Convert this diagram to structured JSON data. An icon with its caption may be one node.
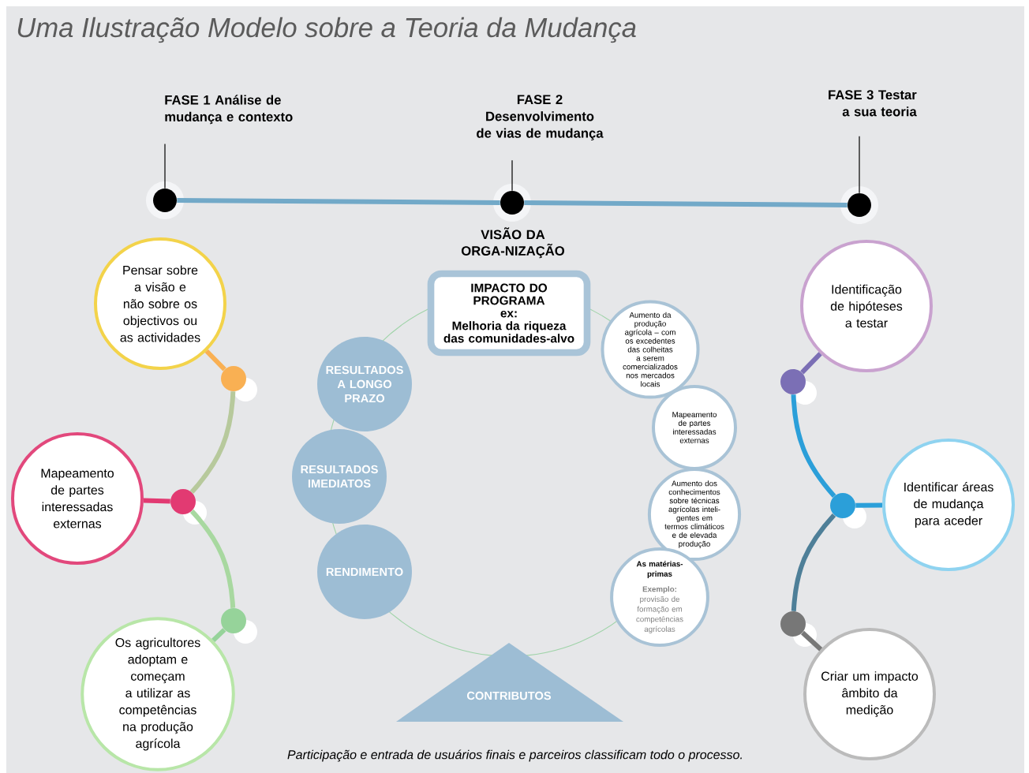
{
  "diagram": {
    "title": "Uma Ilustração Modelo sobre a Teoria da Mudança",
    "nodes": [
      {
        "text": [
          "FASE 1 Análise de mudança e contexto"
        ]
      },
      {
        "text": [
          "FASE 2 Desenvolvimento de vias de mudança"
        ]
      },
      {
        "text": [
          "FASE 3 Testar a sua teoria"
        ]
      },
      {
        "text": [],
        "shape": "circle"
      },
      {
        "text": [],
        "shape": "circle"
      },
      {
        "text": [],
        "shape": "circle"
      },
      {
        "text": [
          "Pensar sobre a visão e não sobre os objectivos ou as actividades"
        ]
      },
      {
        "text": [
          "IMPACTO DO PROGRAMA",
          "ex:",
          "Melhoria da riqueza das comunidades-alvo"
        ]
      },
      {
        "text": [
          "Identificação de hipóteses a testar"
        ]
      },
      {
        "text": [],
        "shape": "circle"
      },
      {
        "text": [],
        "shape": "circle"
      },
      {
        "text": [
          "RESULTADOS A LONGO PRAZO"
        ]
      },
      {
        "text": [
          "Aumento da produção agrícola – com os excedentes das colheitas a serem comercializados nos mercados locais"
        ]
      },
      {
        "text": [
          "Mapeamento de partes interessadas externas"
        ]
      },
      {
        "text": [
          "RESULTADOS IMEDIATOS"
        ]
      },
      {
        "text": [
          "Mapeamento de partes interessadas externas"
        ]
      },
      {
        "text": [],
        "shape": "circle"
      },
      {
        "text": [],
        "shape": "circle"
      },
      {
        "text": [
          "Identificar áreas de mudança para aceder"
        ]
      },
      {
        "text": [
          "Aumento dos conhecimentos sobre técnicas agrícolas inteli-gentes em termos climáticos e de elevada produção"
        ]
      },
      {
        "text": [
          "RENDIMENTO"
        ]
      },
      {
        "text": [
          "As matérias-primas",
          "**Exemplo:** provisão de formação em competências agrícolas"
        ]
      },
      {
        "text": [],
        "shape": "circle"
      },
      {
        "text": [],
        "shape": "circle"
      },
      {
        "text": [
          "Os agricultores adoptam e começam a utilizar as competências na produção agrícola"
        ]
      },
      {
        "text": [
          "CONTRIBUTOS"
        ]
      },
      {
        "text": [
          "Criar um impacto âmbito da medição"
        ]
      }
    ],
    "edges": [
      {
        "from": 0,
        "to": 3,
        "arrow": "none"
      },
      {
        "from": 1,
        "to": 4,
        "arrow": "none"
      },
      {
        "from": 2,
        "to": 5,
        "arrow": "none"
      },
      {
        "from": 3,
        "to": 4,
        "arrow": "none",
        "color": "#72a9c8"
      },
      {
        "from": 4,
        "to": 5,
        "arrow": "none",
        "color": "#72a9c8"
      },
      {
        "from": 9,
        "to": 6,
        "arrow": "none",
        "color": "#f9b053"
      },
      {
        "from": 16,
        "to": 15,
        "arrow": "none",
        "color": "#e23a72"
      },
      {
        "from": 22,
        "to": 24,
        "arrow": "none",
        "color": "#96d39a"
      },
      {
        "from": 10,
        "to": 8,
        "arrow": "none",
        "color": "#7b6fb5"
      },
      {
        "from": 17,
        "to": 18,
        "arrow": "none",
        "color": "#2b9fd9"
      },
      {
        "from": 23,
        "to": 26,
        "arrow": "none",
        "color": "#777777"
      },
      {
        "from": 9,
        "to": 16,
        "arrow": "none",
        "color": "#b7c99c"
      },
      {
        "from": 16,
        "to": 22,
        "arrow": "none",
        "color": "#a8d8a0"
      },
      {
        "from": 10,
        "to": 17,
        "arrow": "none",
        "color": "#2b9fd9"
      },
      {
        "from": 17,
        "to": 23,
        "arrow": "none",
        "color": "#4e7f98"
      }
    ],
    "labels": [
      "VISÃO DA ORGA-NIZAÇÃO",
      "Participação e entrada de usuários finais e parceiros classificam todo o processo."
    ]
  }
}
